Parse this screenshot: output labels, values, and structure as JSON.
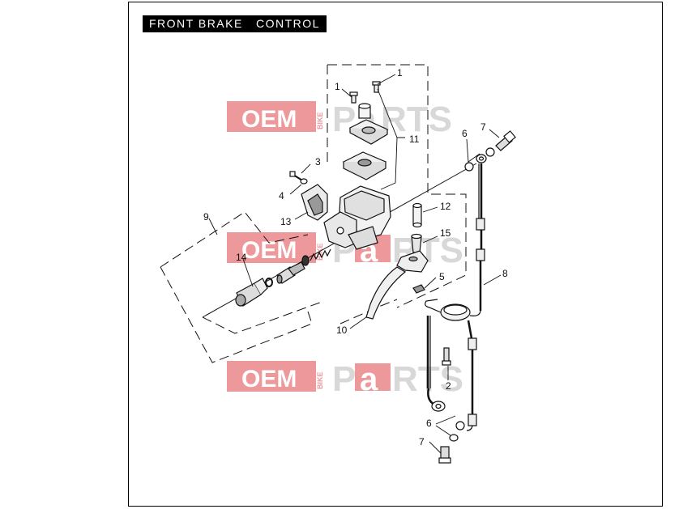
{
  "title": "FRONT BRAKE   CONTROL",
  "watermark": {
    "oem": "OEM",
    "bike": "BIKE",
    "p": "P",
    "a": "a",
    "rts": "RTS",
    "color_red": "#e0474c",
    "color_gray": "#b9b9b9"
  },
  "callouts": [
    "1",
    "1",
    "3",
    "4",
    "13",
    "9",
    "14",
    "11",
    "12",
    "15",
    "5",
    "10",
    "6",
    "7",
    "8",
    "2",
    "6",
    "7"
  ]
}
